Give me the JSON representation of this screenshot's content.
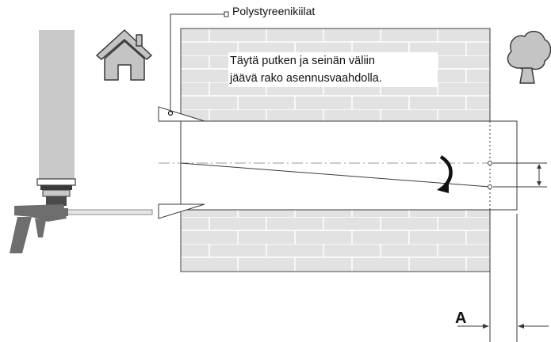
{
  "labels": {
    "strips": "Polystyreenikiilat",
    "instruction_line1": "Täytä putken ja seinän väliin",
    "instruction_line2": "jäävä rako asennusvaahdolla.",
    "dimension": "A"
  },
  "icons": {
    "inside": "house-icon",
    "outside": "tree-icon",
    "tool": "foam-gun-icon",
    "slope": "curved-arrow-icon"
  },
  "colors": {
    "wall_fill": "#e2e2e2",
    "brick_line": "#ffffff",
    "outline": "#3a3a3a",
    "icon_fill": "#c4c4c4",
    "gun_fill": "#6e6e6e",
    "centerline": "#9a9a9a"
  }
}
